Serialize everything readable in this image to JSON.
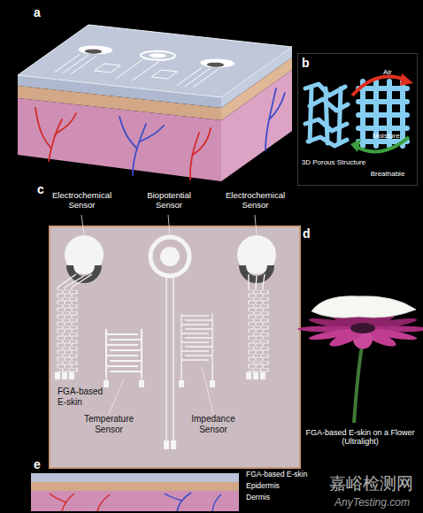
{
  "diagram": {
    "nodes": [
      {
        "text": [
          "b",
          "3D Porous Structure",
          "Air",
          "Moisture",
          "Breathable"
        ]
      },
      {
        "text": [
          "FGA-based E-skin",
          "Temperature Sensor",
          "Impedance Sensor"
        ]
      }
    ],
    "labels": [
      "a",
      "c",
      "Electrochemical Sensor",
      "Biopotential Sensor",
      "Electrochemical Sensor",
      "d",
      "FGA-based E-skin on a Flower (Ultralight)",
      "e",
      "FGA-based E-skin",
      "Epidermis",
      "Dermis",
      "嘉峪检测网",
      "AnyTesting.com"
    ]
  }
}
